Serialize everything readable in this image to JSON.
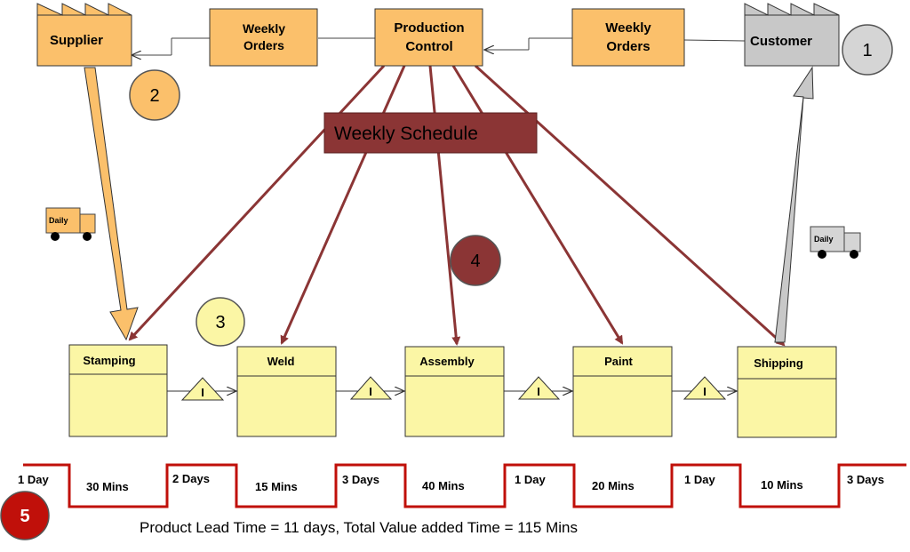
{
  "supplier": {
    "label": "Supplier"
  },
  "customer": {
    "label": "Customer"
  },
  "production_control": {
    "line1": "Production",
    "line2": "Control"
  },
  "orders_left": {
    "line1": "Weekly",
    "line2": "Orders"
  },
  "orders_right": {
    "line1": "Weekly",
    "line2": "Orders"
  },
  "schedule": {
    "label": "Weekly Schedule"
  },
  "trucks": {
    "left": "Daily",
    "right": "Daily"
  },
  "markers": {
    "m1": "1",
    "m2": "2",
    "m3": "3",
    "m4": "4",
    "m5": "5"
  },
  "processes": [
    "Stamping",
    "Weld",
    "Assembly",
    "Paint",
    "Shipping"
  ],
  "inventory_symbol": "I",
  "timeline": {
    "waits": [
      "1 Day",
      "2 Days",
      "3 Days",
      "1 Day",
      "1 Day",
      "3 Days"
    ],
    "processing": [
      "30 Mins",
      "15 Mins",
      "40 Mins",
      "20 Mins",
      "10 Mins"
    ]
  },
  "summary": "Product Lead Time = 11 days, Total Value added Time = 115 Mins",
  "colors": {
    "orange": "#fbc06b",
    "gray": "#c8c8c8",
    "yellow": "#fbf6a5",
    "maroon": "#8b3535",
    "red": "#c0100a"
  }
}
